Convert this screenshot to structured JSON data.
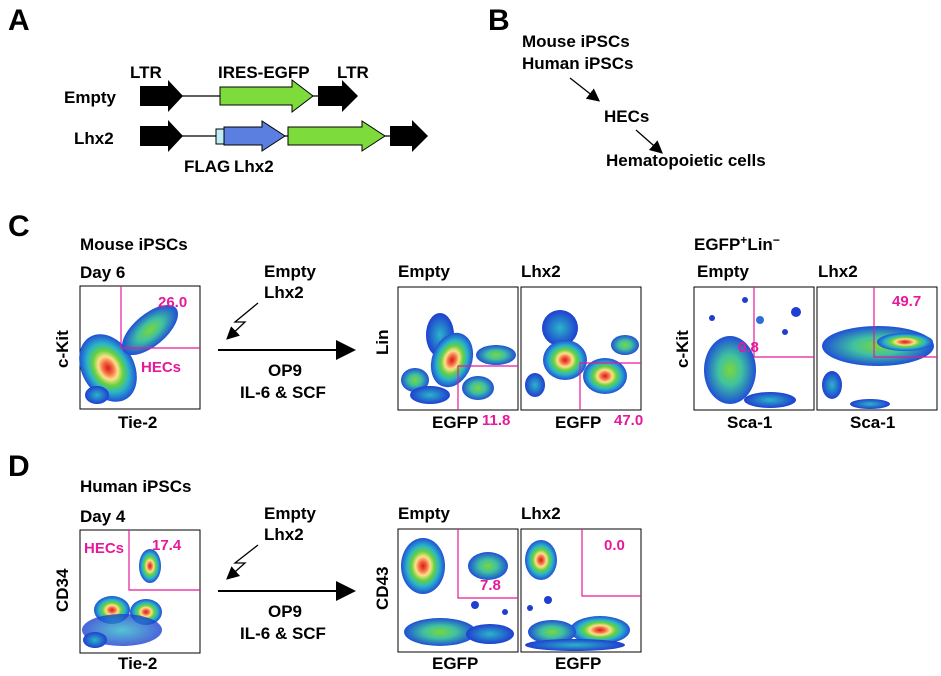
{
  "panel_letters": {
    "a": "A",
    "b": "B",
    "c": "C",
    "d": "D"
  },
  "panel_a": {
    "ltr_left": "LTR",
    "ires_egfp": "IRES-EGFP",
    "ltr_right": "LTR",
    "row_empty": "Empty",
    "row_lhx2": "Lhx2",
    "flag": "FLAG",
    "lhx2_gene": "Lhx2"
  },
  "panel_b": {
    "line1": "Mouse iPSCs",
    "line2": "Human iPSCs",
    "step2": "HECs",
    "step3": "Hematopoietic cells"
  },
  "panel_c": {
    "title": "Mouse iPSCs",
    "day": "Day 6",
    "plot1": {
      "y_label": "c-Kit",
      "x_label": "Tie-2",
      "gate_value": "26.0",
      "gate_label": "HECs"
    },
    "transduction": {
      "line1": "Empty",
      "line2": "Lhx2"
    },
    "culture": {
      "line1": "OP9",
      "line2": "IL-6 & SCF"
    },
    "lin_plots": {
      "y_label": "Lin",
      "empty": {
        "title": "Empty",
        "x_label": "EGFP",
        "value": "11.8"
      },
      "lhx2": {
        "title": "Lhx2",
        "x_label": "EGFP",
        "value": "47.0"
      }
    },
    "sca_plots": {
      "header": "EGFP",
      "header_sup": "+",
      "header_rest": "Lin",
      "header_sup2": "−",
      "y_label": "c-Kit",
      "empty": {
        "title": "Empty",
        "x_label": "Sca-1",
        "value": "0.8"
      },
      "lhx2": {
        "title": "Lhx2",
        "x_label": "Sca-1",
        "value": "49.7"
      }
    }
  },
  "panel_d": {
    "title": "Human iPSCs",
    "day": "Day 4",
    "plot1": {
      "y_label": "CD34",
      "x_label": "Tie-2",
      "gate_value": "17.4",
      "gate_label": "HECs"
    },
    "transduction": {
      "line1": "Empty",
      "line2": "Lhx2"
    },
    "culture": {
      "line1": "OP9",
      "line2": "IL-6 & SCF"
    },
    "cd43_plots": {
      "y_label": "CD43",
      "empty": {
        "title": "Empty",
        "x_label": "EGFP",
        "value": "7.8"
      },
      "lhx2": {
        "title": "Lhx2",
        "x_label": "EGFP",
        "value": "0.0"
      }
    }
  },
  "colors": {
    "gate": "#e6199b",
    "egfp_box": "#7ddc3c",
    "lhx2_box": "#5b7fe0",
    "flag_box": "#bfeff4",
    "ltr_arrow": "#000000"
  }
}
